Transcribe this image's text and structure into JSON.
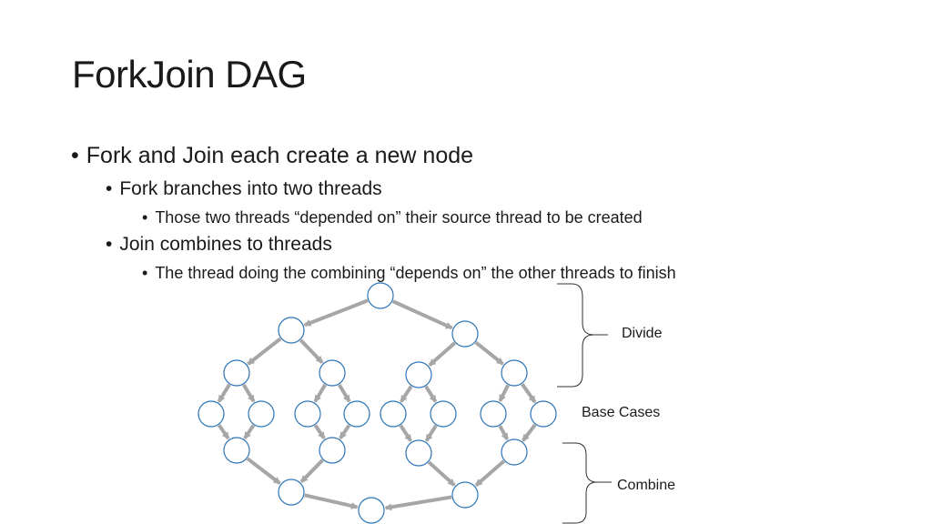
{
  "slide": {
    "title": "ForkJoin DAG",
    "bullets": {
      "l1": "Fork and Join each create a new node",
      "l2a": "Fork branches into two threads",
      "l3a": "Those two threads “depended on” their source thread to be created",
      "l2b": "Join combines to threads",
      "l3b": "The thread doing the combining “depends on” the other threads to finish"
    },
    "bullet_glyph": "•"
  },
  "annotations": {
    "divide": "Divide",
    "base_cases": "Base Cases",
    "combine": "Combine"
  },
  "colors": {
    "arrow": "#a6a6a6",
    "node_stroke": "#2e75b6",
    "bracket": "#333333"
  }
}
